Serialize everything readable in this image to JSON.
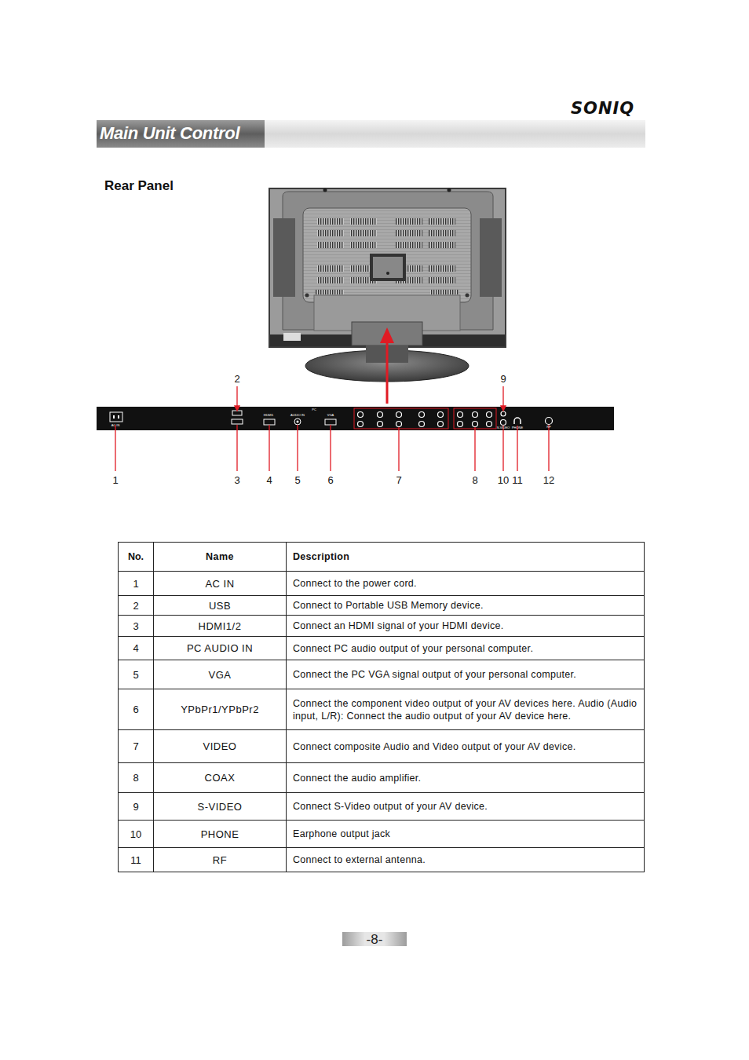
{
  "diagram": {
    "title": "Main Unit Control",
    "nodes": [
      {
        "text": [
          "-8-"
        ]
      }
    ],
    "labels": [
      "SONIQ",
      "Rear Panel",
      "2",
      "9",
      "1",
      "3",
      "4",
      "5",
      "6",
      "7",
      "8",
      "10",
      "11",
      "12",
      "AC IN",
      "HDMI1",
      "PC",
      "AUDIO IN",
      "VGA",
      "S-VIDEO",
      "PHONE",
      "RF",
      "No.",
      "Name",
      "Description",
      "1",
      "AC IN",
      "Connect to the power cord.",
      "2",
      "USB",
      "Connect to Portable USB Memory device.",
      "3",
      "HDMI1/2",
      "Connect an HDMI signal of your HDMI device.",
      "4",
      "PC AUDIO IN",
      "Connect PC audio output of your personal computer.",
      "5",
      "VGA",
      "Connect the PC VGA signal output of your personal computer.",
      "6",
      "YPbPr1/YPbPr2",
      "Connect the component video output of your AV devices here. Audio (Audio input, L/R): Connect the audio output of your AV device here.",
      "7",
      "VIDEO",
      "Connect composite Audio and Video output of your AV device.",
      "8",
      "COAX",
      "Connect the audio amplifier.",
      "9",
      "S-VIDEO",
      "Connect S-Video output of your AV device.",
      "10",
      "PHONE",
      "Earphone output jack",
      "11",
      "RF",
      "Connect to external antenna."
    ]
  }
}
